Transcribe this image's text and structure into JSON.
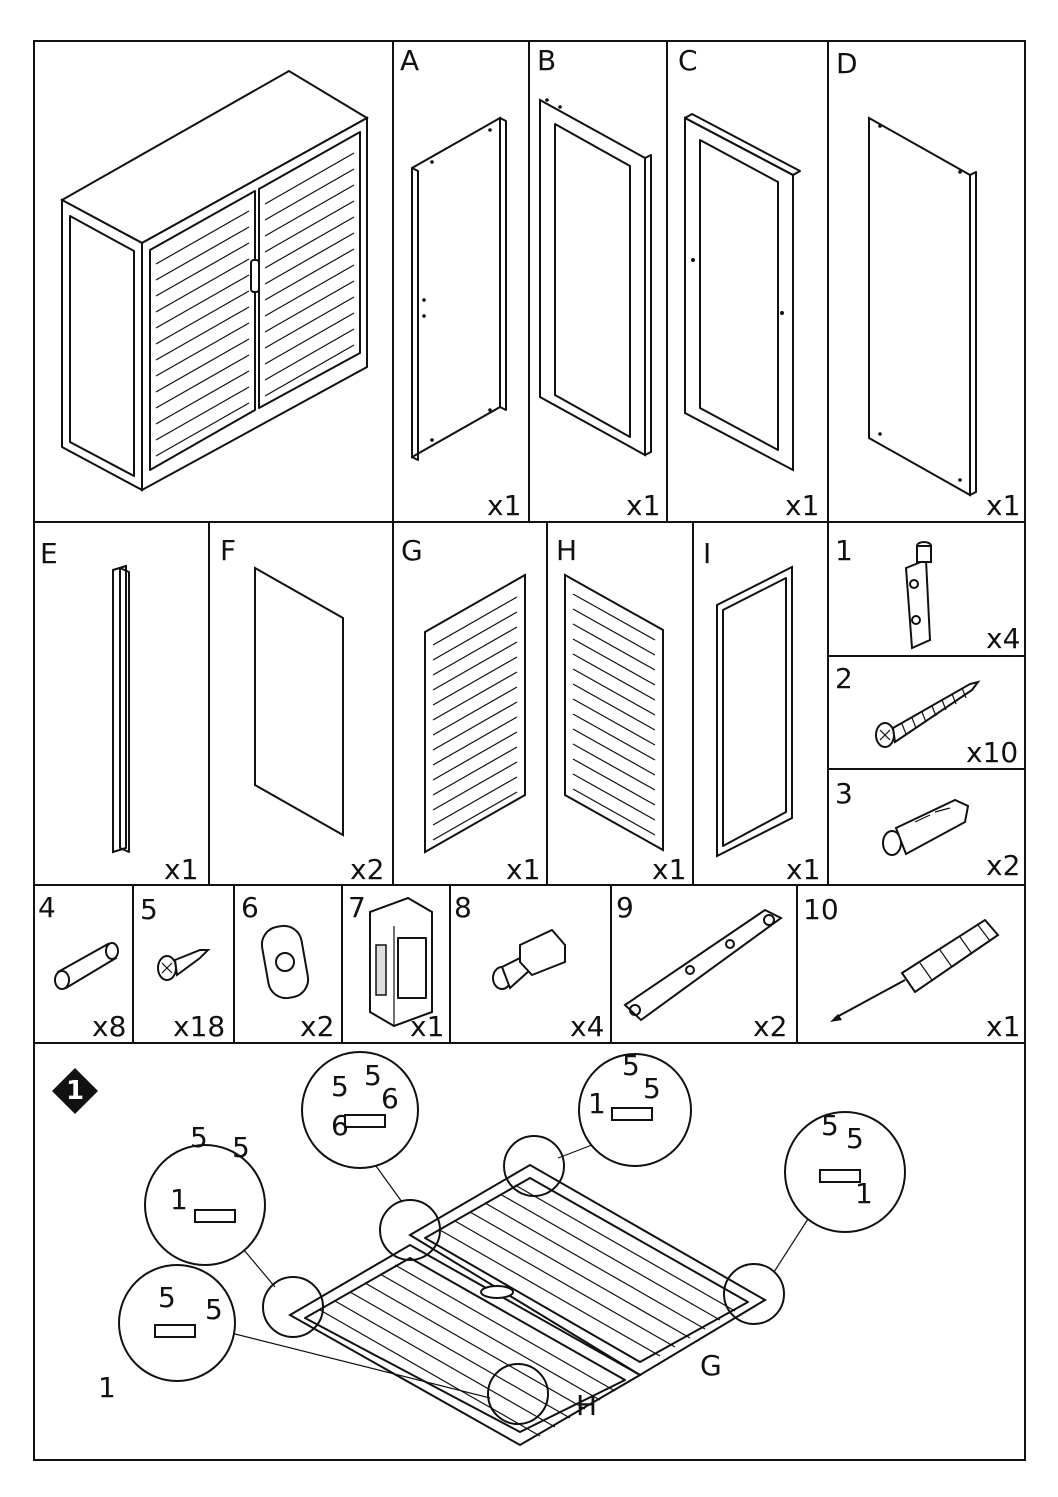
{
  "parts_row1": [
    {
      "label": "A",
      "qty": "x1"
    },
    {
      "label": "B",
      "qty": "x1"
    },
    {
      "label": "C",
      "qty": "x1"
    },
    {
      "label": "D",
      "qty": "x1"
    }
  ],
  "parts_row2": [
    {
      "label": "E",
      "qty": "x1"
    },
    {
      "label": "F",
      "qty": "x2"
    },
    {
      "label": "G",
      "qty": "x1"
    },
    {
      "label": "H",
      "qty": "x1"
    },
    {
      "label": "I",
      "qty": "x1"
    }
  ],
  "hardware_right": [
    {
      "label": "1",
      "qty": "x4"
    },
    {
      "label": "2",
      "qty": "x10"
    },
    {
      "label": "3",
      "qty": "x2"
    }
  ],
  "hardware_row3": [
    {
      "label": "4",
      "qty": "x8"
    },
    {
      "label": "5",
      "qty": "x18"
    },
    {
      "label": "6",
      "qty": "x2"
    },
    {
      "label": "7",
      "qty": "x1"
    },
    {
      "label": "8",
      "qty": "x4"
    },
    {
      "label": "9",
      "qty": "x2"
    },
    {
      "label": "10",
      "qty": "x1"
    }
  ],
  "step": {
    "number": "1",
    "panel_g": "G",
    "panel_h": "H",
    "callouts": {
      "c1": [
        "5",
        "5",
        "1"
      ],
      "c2": [
        "5",
        "5",
        "6",
        "6"
      ],
      "c3": [
        "5",
        "1",
        "5"
      ],
      "c4": [
        "5",
        "5",
        "1"
      ],
      "c5": [
        "5",
        "5",
        "1"
      ]
    }
  }
}
